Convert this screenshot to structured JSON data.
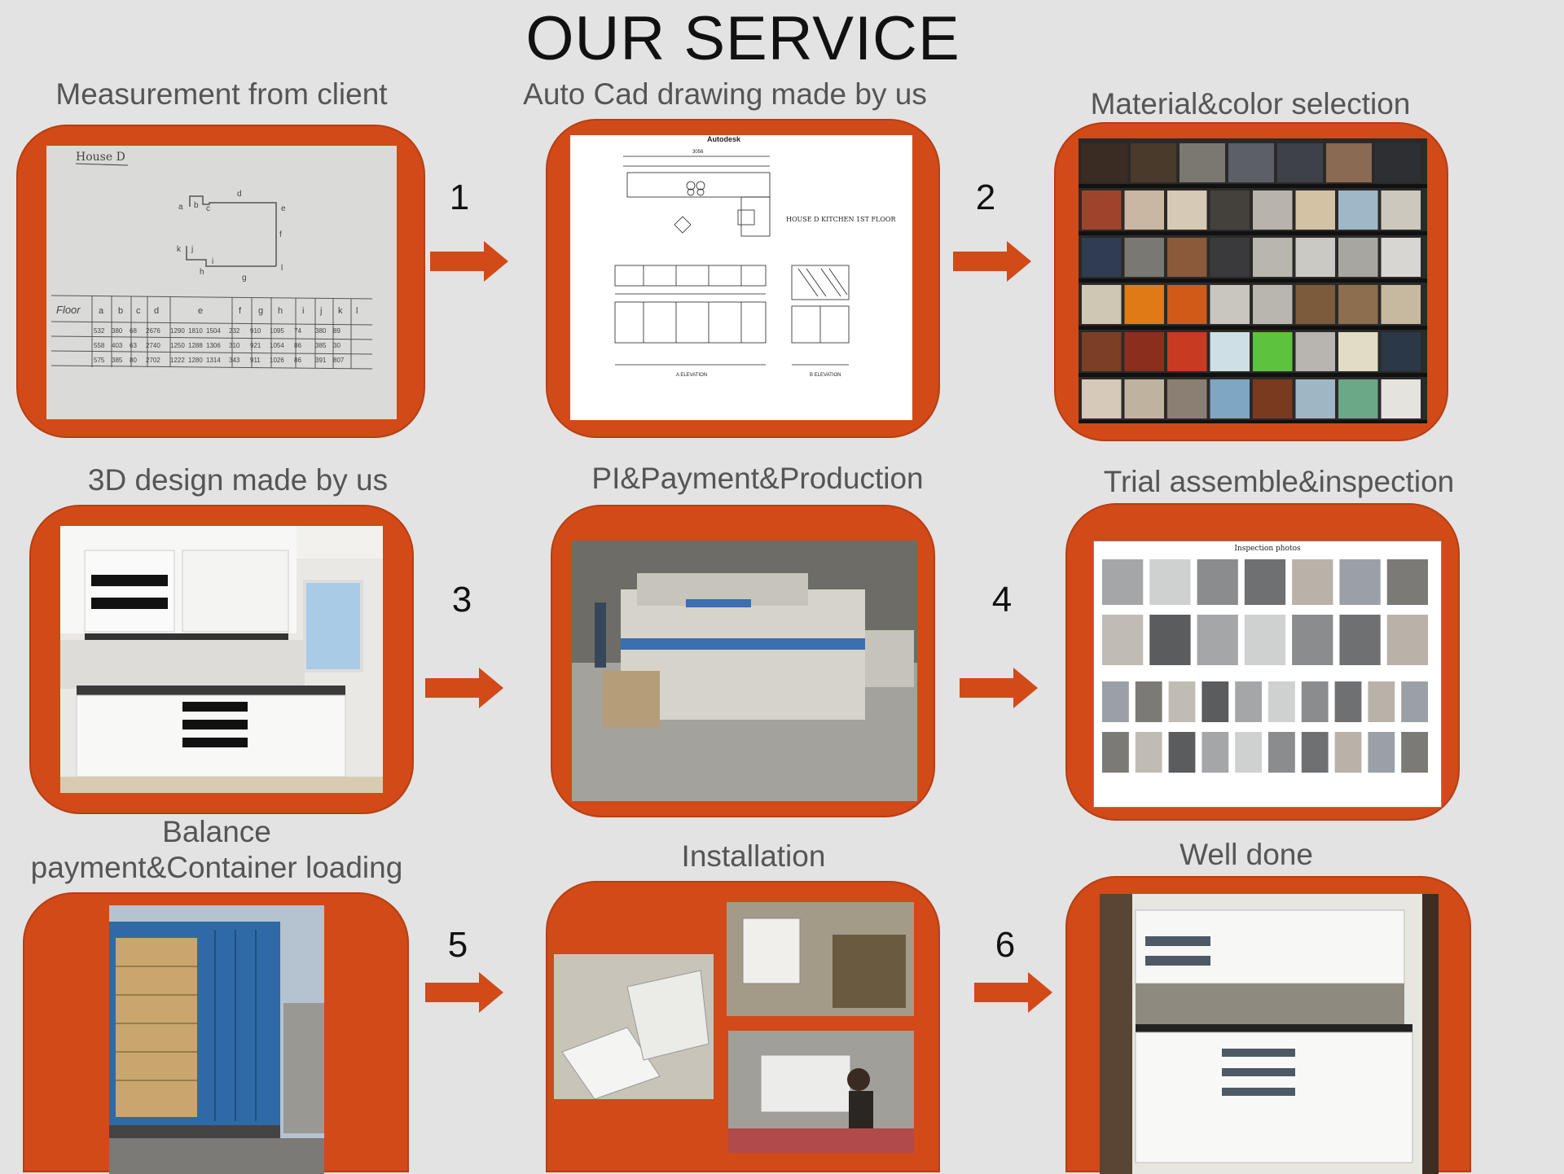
{
  "title": "OUR SERVICE",
  "steps": [
    {
      "label": "Measurement from client",
      "image": "handwritten-measurement-sketch"
    },
    {
      "label": "Auto Cad drawing made by us",
      "image": "autocad-kitchen-drawing"
    },
    {
      "label": "Material&color selection",
      "image": "color-sample-shelf"
    },
    {
      "label": "3D design made by us",
      "image": "3d-kitchen-render"
    },
    {
      "label": "PI&Payment&Production",
      "image": "factory-production-line"
    },
    {
      "label": "Trial assemble&inspection",
      "image": "inspection-photo-sheet"
    },
    {
      "label": "Balance payment&Container loading",
      "label_line1": "Balance",
      "label_line2": "payment&Container loading",
      "image": "container-loading-truck"
    },
    {
      "label": "Installation",
      "image": "installation-photos"
    },
    {
      "label": "Well done",
      "image": "finished-kitchen"
    }
  ],
  "arrow_numbers": [
    "1",
    "2",
    "3",
    "4",
    "5",
    "6"
  ],
  "sketch": {
    "heading": "House D",
    "table_row_header": "Floor",
    "columns": [
      "a",
      "b",
      "c",
      "d",
      "e",
      "f",
      "g",
      "h",
      "i",
      "j",
      "k",
      "l"
    ],
    "rows": [
      [
        "532",
        "380",
        "68",
        "2676",
        "1290",
        "1810",
        "1504",
        "232",
        "910",
        "1095",
        "74",
        "380",
        "89"
      ],
      [
        "558",
        "403",
        "63",
        "2740",
        "1250",
        "1288",
        "1306",
        "310",
        "921",
        "1054",
        "86",
        "385",
        "30"
      ],
      [
        "575",
        "385",
        "80",
        "2702",
        "1222",
        "1280",
        "1314",
        "343",
        "911",
        "1026",
        "86",
        "391",
        "807"
      ]
    ]
  },
  "cad": {
    "header": "Autodesk",
    "caption": "HOUSE D KITCHEN 1ST FLOOR",
    "elevation_a": "A ELEVATION",
    "elevation_b": "B ELEVATION",
    "dim_total": "3056"
  },
  "inspection": {
    "heading": "Inspection photos"
  },
  "colors": {
    "card": "#d14a18",
    "arrow": "#d14a18",
    "background": "#e3e3e3"
  }
}
